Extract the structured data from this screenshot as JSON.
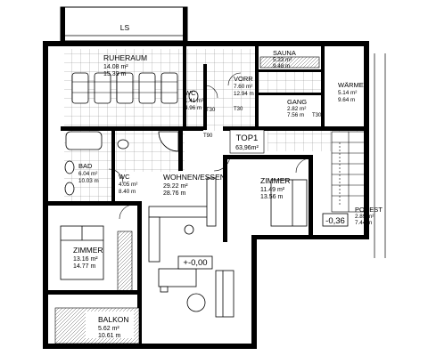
{
  "plan": {
    "top_strip": "LS",
    "rooms": {
      "ruheraum": {
        "name": "RUHERAUM",
        "area1": "14.08 m²",
        "area2": "15.39 m"
      },
      "sauna": {
        "name": "SAUNA",
        "area1": "5.33 m²",
        "area2": "9.48 m"
      },
      "vorr": {
        "name": "VORR",
        "area1": "7.60 m²",
        "area2": "12.94 m"
      },
      "waermev": {
        "name": "WÄRMEV.",
        "area1": "5.14 m²",
        "area2": "9.64 m"
      },
      "wc_small": {
        "name": "WC",
        "area1": "1.41 m²",
        "area2": "4.96 m"
      },
      "gang": {
        "name": "GANG",
        "area1": "2.82 m²",
        "area2": "7.56 m"
      },
      "bad": {
        "name": "BAD",
        "area1": "6.04 m²",
        "area2": "10.03 m"
      },
      "wc": {
        "name": "WC",
        "area1": "4.05 m²",
        "area2": "8.40 m"
      },
      "wohnen": {
        "name": "WOHNEN/ESSEN",
        "area1": "29.22 m²",
        "area2": "28.76 m"
      },
      "top": {
        "name": "TOP1",
        "area1": "63,96m²"
      },
      "zimmer_right": {
        "name": "ZIMMER",
        "area1": "11.49 m²",
        "area2": "13.56 m"
      },
      "zimmer_left": {
        "name": "ZIMMER",
        "area1": "13.16 m²",
        "area2": "14.77 m"
      },
      "podest": {
        "name": "PODEST",
        "area1": "2.89 m²",
        "area2": "7.44 m"
      },
      "balkon": {
        "name": "BALKON",
        "area1": "5.62 m²",
        "area2": "10.61 m"
      }
    },
    "door_tags": [
      "T30",
      "T30",
      "T90",
      "T30"
    ],
    "levels": {
      "main": "+-0,00",
      "stair": "-0,36"
    }
  }
}
